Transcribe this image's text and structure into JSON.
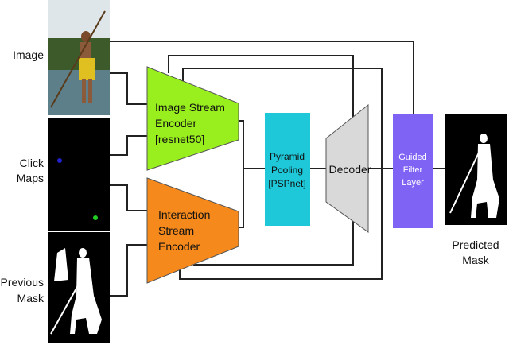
{
  "inputs": {
    "image_label": "Image",
    "click_maps_label": [
      "Click",
      "Maps"
    ],
    "previous_mask_label": [
      "Previous",
      "Mask"
    ]
  },
  "blocks": {
    "image_encoder": [
      "Image Stream",
      "Encoder",
      "[resnet50]"
    ],
    "interaction_encoder": [
      "Interaction",
      "Stream",
      "Encoder"
    ],
    "pyramid_pooling": [
      "Pyramid",
      "Pooling",
      "[PSPnet]"
    ],
    "decoder": "Decoder",
    "guided_filter": [
      "Guided",
      "Filter",
      "Layer"
    ]
  },
  "output": {
    "predicted_mask_label": [
      "Predicted",
      "Mask"
    ]
  },
  "colors": {
    "image_encoder": "#99ee1e",
    "interaction_encoder": "#f5891c",
    "pyramid_pooling": "#1ec8d8",
    "decoder": "#d9d9d9",
    "guided_filter": "#7f63f5",
    "click_positive": "#22cc22",
    "click_negative": "#2222cc"
  }
}
